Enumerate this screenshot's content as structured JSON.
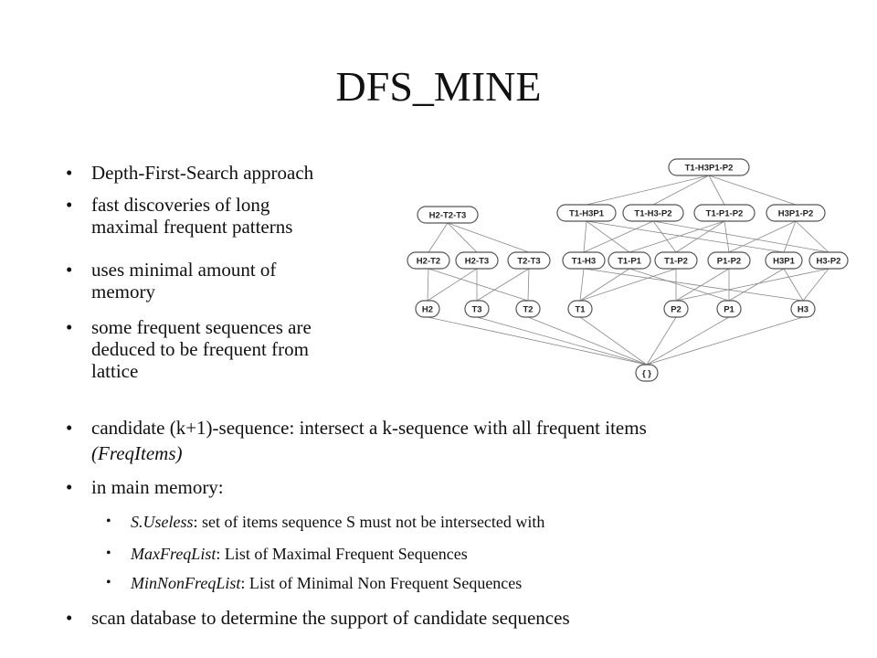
{
  "title": "DFS_MINE",
  "left_bullets": [
    [
      "Depth-First-Search approach"
    ],
    [
      "fast discoveries of long",
      "maximal frequent patterns"
    ],
    [
      "uses minimal amount of",
      "memory"
    ],
    [
      "some frequent sequences are",
      "deduced to be frequent from",
      "lattice"
    ]
  ],
  "bullets": {
    "candidate": {
      "line1": "candidate (k+1)-sequence: intersect a k-sequence with all frequent items",
      "line2": "(FreqItems)"
    },
    "memory": "in main memory:",
    "sub": [
      {
        "term": "S.Useless",
        "rest": ": set of items sequence S must not be intersected with"
      },
      {
        "term": "MaxFreqList",
        "rest": ": List of Maximal Frequent Sequences"
      },
      {
        "term": "MinNonFreqList",
        "rest": ": List of Minimal Non Frequent Sequences"
      }
    ],
    "scan": "scan database to determine the support of candidate sequences"
  },
  "lattice": {
    "nodes": [
      {
        "id": "T1-H3P1-P2",
        "label": "T1-H3P1-P2"
      },
      {
        "id": "H2-T2-T3",
        "label": "H2-T2-T3"
      },
      {
        "id": "T1-H3P1",
        "label": "T1-H3P1"
      },
      {
        "id": "T1-H3-P2",
        "label": "T1-H3-P2"
      },
      {
        "id": "T1-P1-P2",
        "label": "T1-P1-P2"
      },
      {
        "id": "H3P1-P2",
        "label": "H3P1-P2"
      },
      {
        "id": "H2-T2",
        "label": "H2-T2"
      },
      {
        "id": "H2-T3",
        "label": "H2-T3"
      },
      {
        "id": "T2-T3",
        "label": "T2-T3"
      },
      {
        "id": "T1-H3",
        "label": "T1-H3"
      },
      {
        "id": "T1-P1",
        "label": "T1-P1"
      },
      {
        "id": "T1-P2",
        "label": "T1-P2"
      },
      {
        "id": "P1-P2",
        "label": "P1-P2"
      },
      {
        "id": "H3P1",
        "label": "H3P1"
      },
      {
        "id": "H3-P2",
        "label": "H3-P2"
      },
      {
        "id": "H2",
        "label": "H2"
      },
      {
        "id": "T3",
        "label": "T3"
      },
      {
        "id": "T2",
        "label": "T2"
      },
      {
        "id": "T1",
        "label": "T1"
      },
      {
        "id": "P2",
        "label": "P2"
      },
      {
        "id": "P1",
        "label": "P1"
      },
      {
        "id": "H3",
        "label": "H3"
      },
      {
        "id": "empty",
        "label": "{ }"
      }
    ],
    "edges": [
      [
        "T1-H3P1-P2",
        "T1-H3P1"
      ],
      [
        "T1-H3P1-P2",
        "T1-H3-P2"
      ],
      [
        "T1-H3P1-P2",
        "T1-P1-P2"
      ],
      [
        "T1-H3P1-P2",
        "H3P1-P2"
      ],
      [
        "H2-T2-T3",
        "H2-T2"
      ],
      [
        "H2-T2-T3",
        "H2-T3"
      ],
      [
        "H2-T2-T3",
        "T2-T3"
      ],
      [
        "T1-H3P1",
        "T1-H3"
      ],
      [
        "T1-H3P1",
        "T1-P1"
      ],
      [
        "T1-H3P1",
        "H3P1"
      ],
      [
        "T1-H3-P2",
        "T1-H3"
      ],
      [
        "T1-H3-P2",
        "T1-P2"
      ],
      [
        "T1-H3-P2",
        "H3-P2"
      ],
      [
        "T1-P1-P2",
        "T1-P1"
      ],
      [
        "T1-P1-P2",
        "T1-P2"
      ],
      [
        "T1-P1-P2",
        "P1-P2"
      ],
      [
        "H3P1-P2",
        "H3P1"
      ],
      [
        "H3P1-P2",
        "H3-P2"
      ],
      [
        "H3P1-P2",
        "P1-P2"
      ],
      [
        "H2-T2",
        "H2"
      ],
      [
        "H2-T2",
        "T2"
      ],
      [
        "H2-T3",
        "H2"
      ],
      [
        "H2-T3",
        "T3"
      ],
      [
        "T2-T3",
        "T2"
      ],
      [
        "T2-T3",
        "T3"
      ],
      [
        "T1-H3",
        "T1"
      ],
      [
        "T1-H3",
        "H3"
      ],
      [
        "T1-P1",
        "T1"
      ],
      [
        "T1-P1",
        "P1"
      ],
      [
        "T1-P2",
        "T1"
      ],
      [
        "T1-P2",
        "P2"
      ],
      [
        "P1-P2",
        "P1"
      ],
      [
        "P1-P2",
        "P2"
      ],
      [
        "H3P1",
        "H3"
      ],
      [
        "H3P1",
        "P1"
      ],
      [
        "H3-P2",
        "H3"
      ],
      [
        "H3-P2",
        "P2"
      ],
      [
        "H2",
        "empty"
      ],
      [
        "T3",
        "empty"
      ],
      [
        "T2",
        "empty"
      ],
      [
        "T1",
        "empty"
      ],
      [
        "P2",
        "empty"
      ],
      [
        "P1",
        "empty"
      ],
      [
        "H3",
        "empty"
      ]
    ]
  }
}
